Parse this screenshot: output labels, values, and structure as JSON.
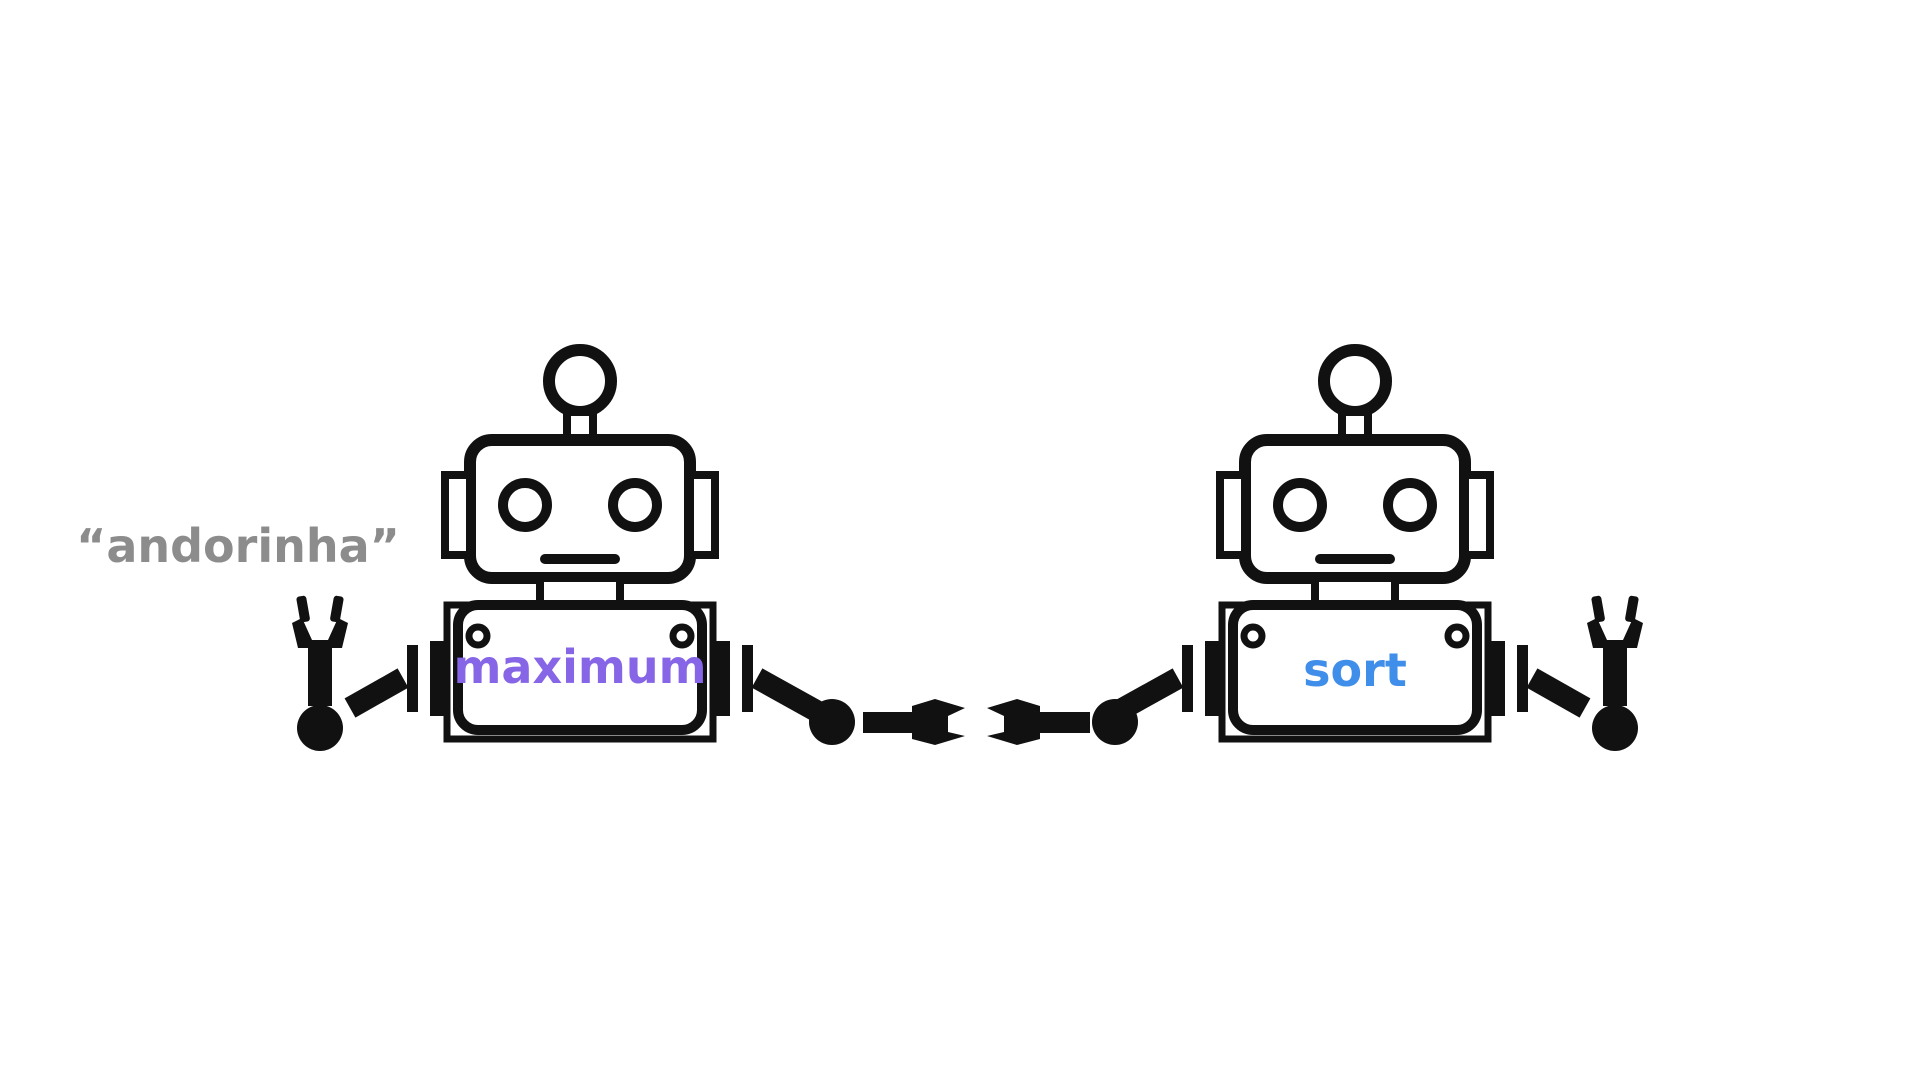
{
  "input_word": "“andorinha”",
  "robots": [
    {
      "label": "maximum"
    },
    {
      "label": "sort"
    }
  ],
  "colors": {
    "input_word": "#8c8c8c",
    "maximum_label": "#8665e6",
    "sort_label": "#3f8ee9",
    "robot_outline": "#111111",
    "background": "#ffffff"
  }
}
